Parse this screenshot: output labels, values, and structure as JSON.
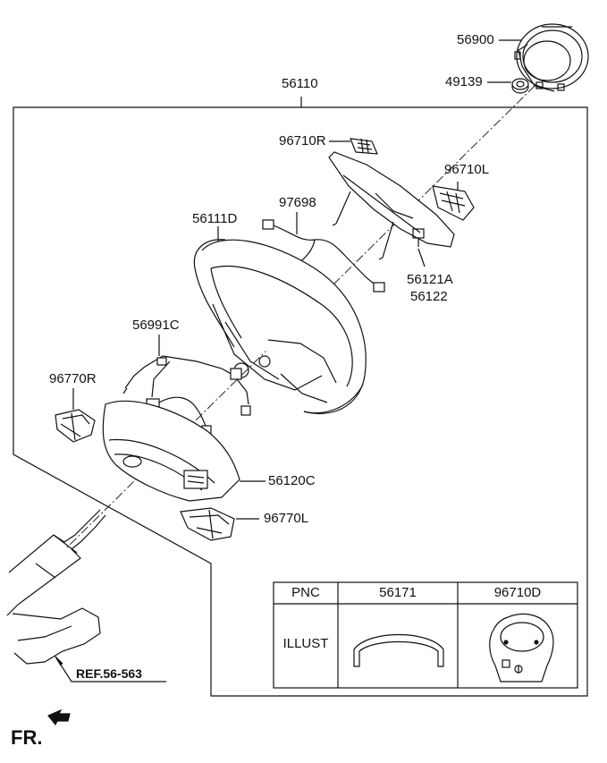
{
  "parts": {
    "airbag": "56900",
    "nut": "49139",
    "assembly": "56110",
    "switch_right": "96710R",
    "switch_left": "96710L",
    "extension_wire": "97698",
    "steering_wheel": "56111D",
    "damper_a": "56121A",
    "damper_b": "56122",
    "wiring": "56991C",
    "paddle_right": "96770R",
    "cover": "56120C",
    "paddle_left": "96770L"
  },
  "reference": "REF.56-563",
  "front_label": "FR.",
  "table": {
    "headers": [
      "PNC",
      "56171",
      "96710D"
    ],
    "row_label": "ILLUST"
  }
}
